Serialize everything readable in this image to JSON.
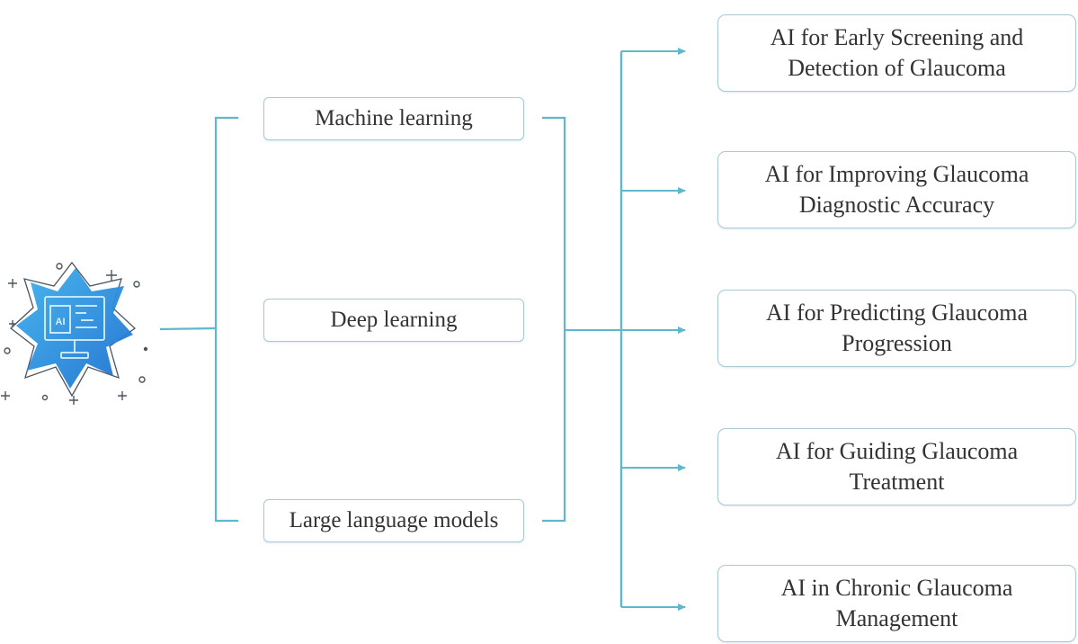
{
  "diagram": {
    "source_icon": {
      "name": "ai-computer-icon",
      "chip_label": "AI"
    },
    "methods": [
      {
        "label": "Machine learning"
      },
      {
        "label": "Deep learning"
      },
      {
        "label": "Large language models"
      }
    ],
    "applications": [
      {
        "line1": "AI for Early Screening and",
        "line2": "Detection of Glaucoma"
      },
      {
        "line1": "AI for Improving Glaucoma",
        "line2": "Diagnostic Accuracy"
      },
      {
        "line1": "AI for Predicting Glaucoma",
        "line2": "Progression"
      },
      {
        "line1": "AI for Guiding Glaucoma",
        "line2": "Treatment"
      },
      {
        "line1": "AI in Chronic Glaucoma",
        "line2": "Management"
      }
    ],
    "colors": {
      "connector": "#5fb8cc",
      "box_border": "#a9c9d3",
      "icon_blue": "#2b8fd9",
      "text": "#333333"
    }
  }
}
